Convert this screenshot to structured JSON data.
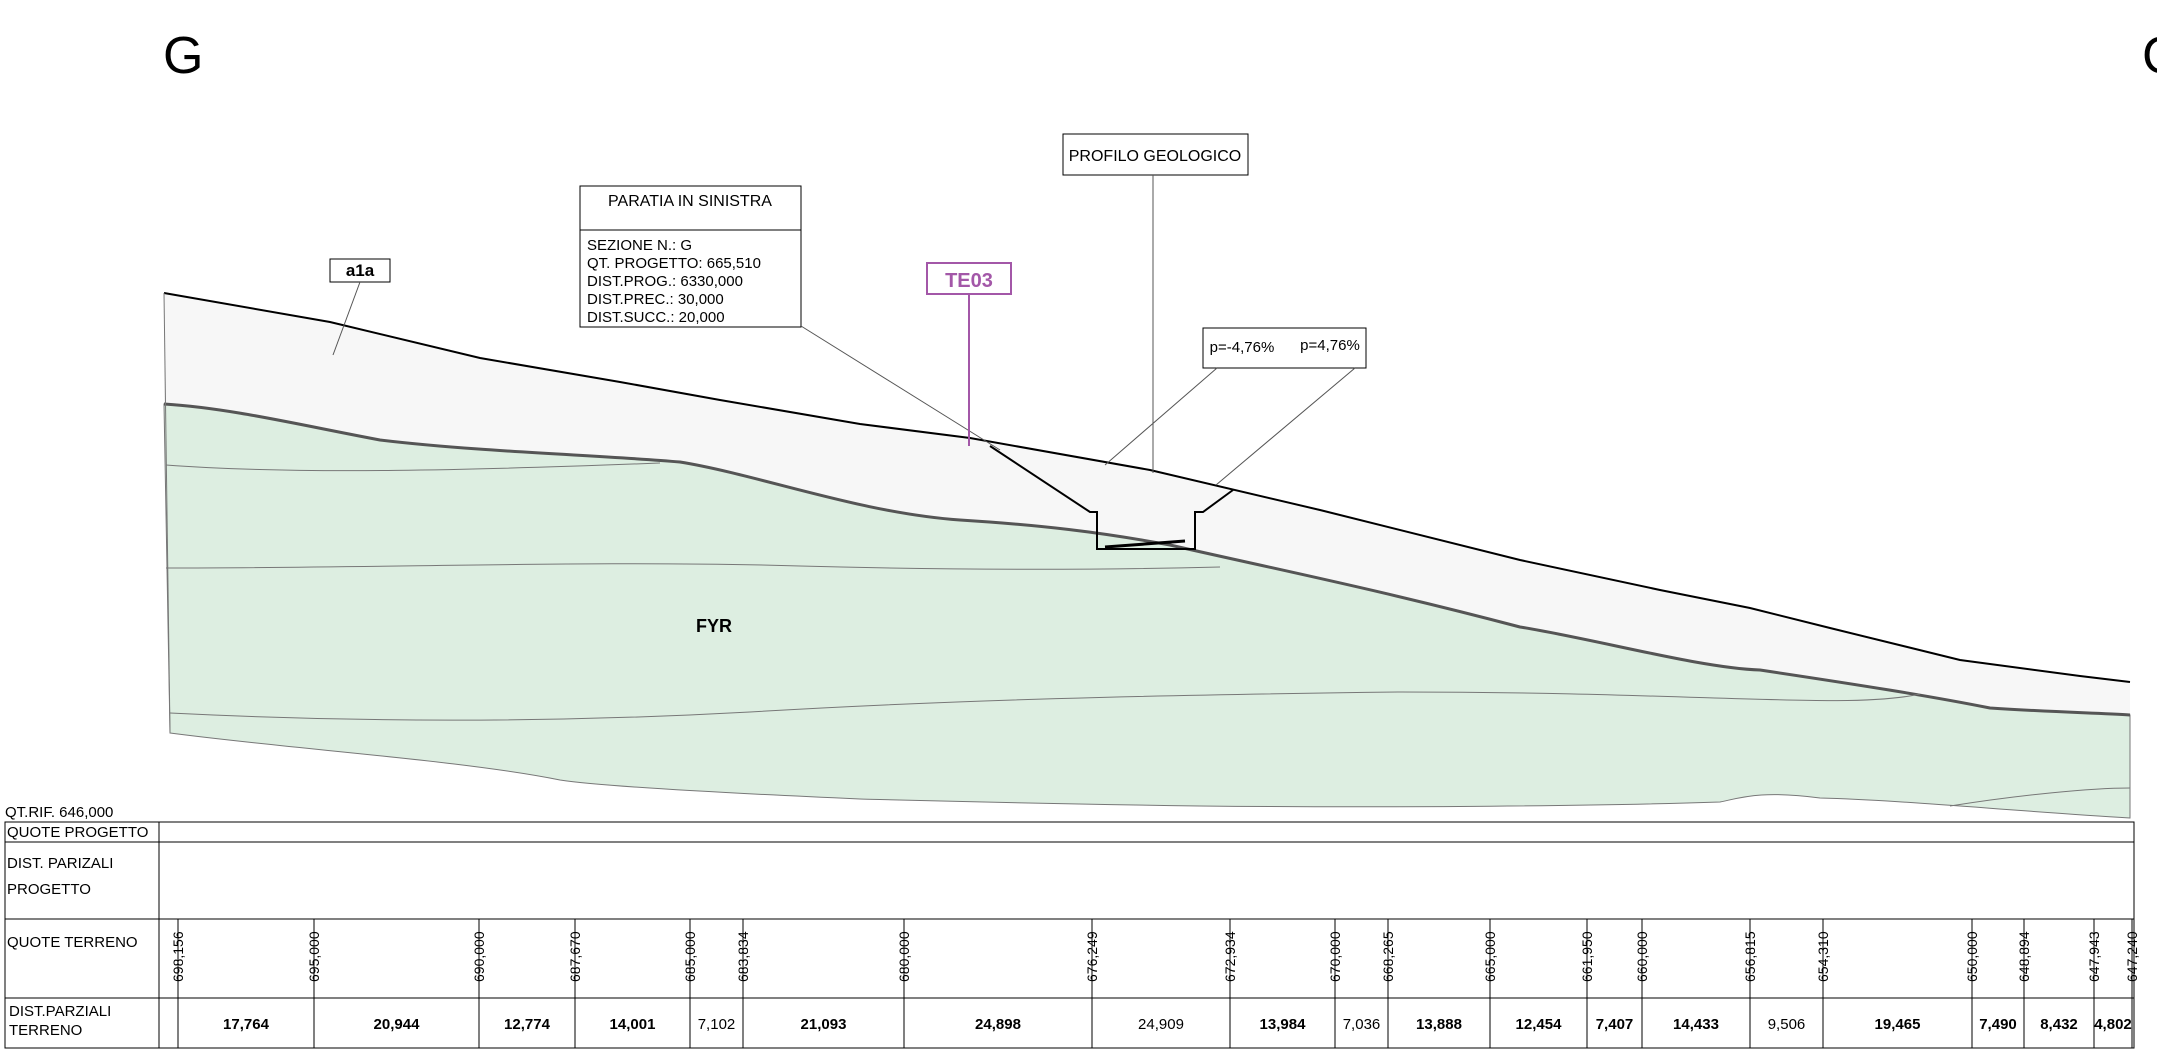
{
  "section_letter_left": "G",
  "section_letter_right": "G",
  "profile_label": "PROFILO GEOLOGICO",
  "paratia": {
    "title": "PARATIA IN SINISTRA",
    "lines": [
      "SEZIONE N.: G",
      "QT. PROGETTO: 665,510",
      "DIST.PROG.: 6330,000",
      "DIST.PREC.: 30,000",
      "DIST.SUCC.: 20,000"
    ]
  },
  "tag_te03": "TE03",
  "slope_left": "p=-4,76%",
  "slope_right": "p=4,76%",
  "unit_a1a": "a1a",
  "unit_fyr": "FYR",
  "qt_rif": "QT.RIF. 646,000",
  "row_labels": {
    "quote_progetto": "QUOTE PROGETTO",
    "dist_parziali_progetto_1": "DIST. PARIZALI",
    "dist_parziali_progetto_2": "PROGETTO",
    "quote_terreno": "QUOTE TERRENO",
    "dist_parziali_terreno_1": "DIST.PARZIALI",
    "dist_parziali_terreno_2": "TERRENO"
  },
  "colors": {
    "geology_fill": "#ddeee1",
    "cover_fill": "#f7f7f7",
    "te03_purple": "#a357a8"
  },
  "terrain_quotes": [
    "698,156",
    "695,000",
    "690,000",
    "687,670",
    "685,000",
    "683,834",
    "680,000",
    "676,249",
    "672,934",
    "670,000",
    "668,265",
    "665,000",
    "661,950",
    "660,000",
    "656,815",
    "654,310",
    "650,000",
    "648,894",
    "647,943",
    "647,240"
  ],
  "terrain_distances": [
    "17,764",
    "20,944",
    "12,774",
    "14,001",
    "7,102",
    "21,093",
    "24,898",
    "24,909",
    "13,984",
    "7,036",
    "13,888",
    "12,454",
    "7,407",
    "14,433",
    "9,506",
    "19,465",
    "7,490",
    "8,432",
    "4,802"
  ]
}
